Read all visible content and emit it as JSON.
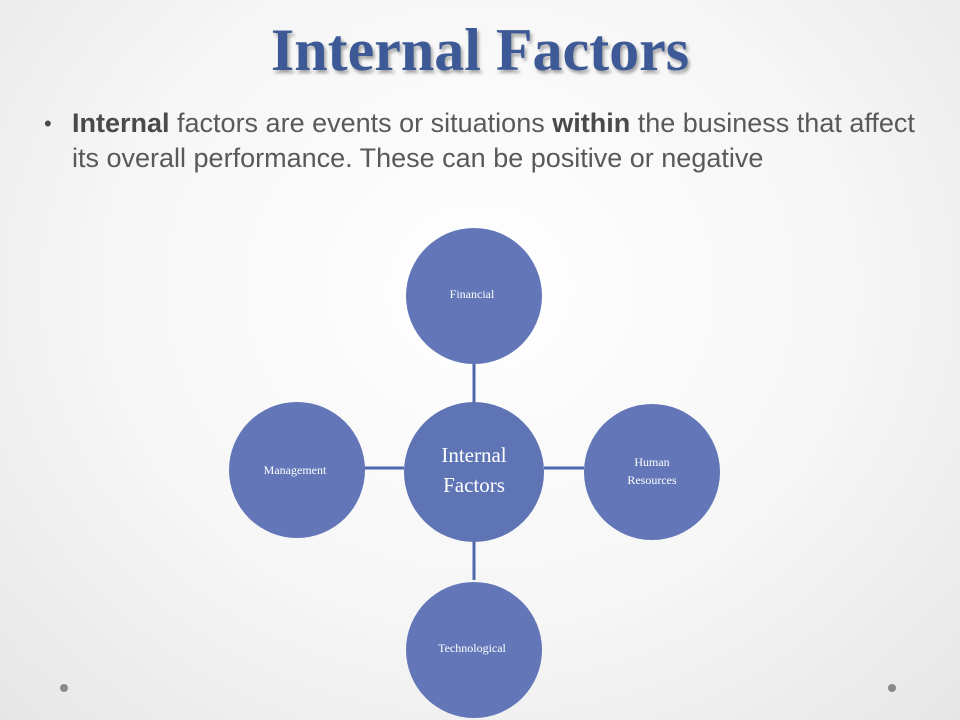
{
  "slide": {
    "title": "Internal Factors",
    "bullet": {
      "bold_start": "Internal",
      "part1": " factors are events or situations ",
      "bold_mid": "within",
      "part2": " the business that affect its overall performance.  These can be positive or negative"
    }
  },
  "diagram": {
    "center": {
      "line1": "Internal",
      "line2": "Factors"
    },
    "nodes": {
      "top": "Financial",
      "right": {
        "line1": "Human",
        "line2": "Resources"
      },
      "bottom": "Technological",
      "left": "Management"
    },
    "colors": {
      "node": "#6276b8",
      "connector": "#4f67ad",
      "title": "#3d5a96"
    }
  }
}
